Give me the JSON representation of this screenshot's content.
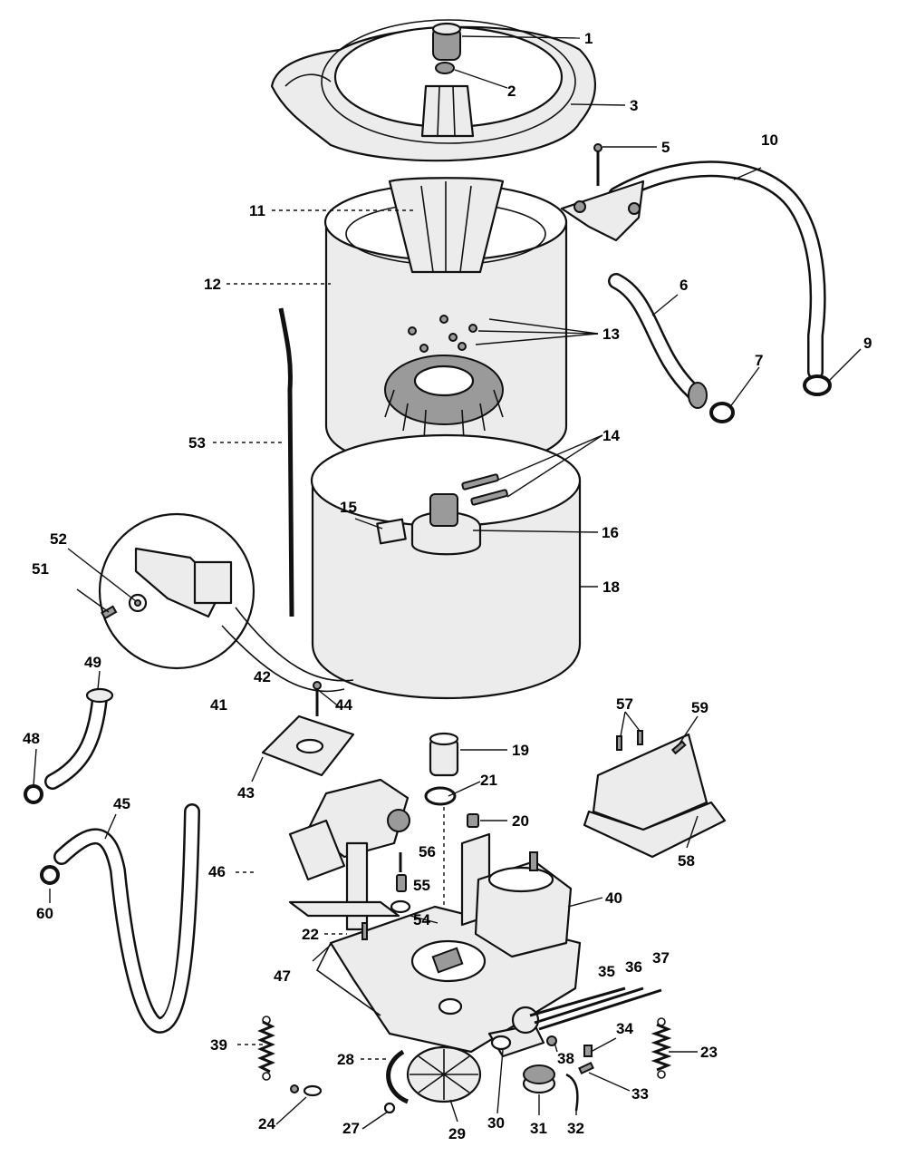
{
  "callouts": [
    {
      "id": "1",
      "label": "1"
    },
    {
      "id": "2",
      "label": "2"
    },
    {
      "id": "3",
      "label": "3"
    },
    {
      "id": "5",
      "label": "5"
    },
    {
      "id": "6",
      "label": "6"
    },
    {
      "id": "7",
      "label": "7"
    },
    {
      "id": "9",
      "label": "9"
    },
    {
      "id": "10",
      "label": "10"
    },
    {
      "id": "11",
      "label": "11"
    },
    {
      "id": "12",
      "label": "12"
    },
    {
      "id": "13",
      "label": "13"
    },
    {
      "id": "14",
      "label": "14"
    },
    {
      "id": "15",
      "label": "15"
    },
    {
      "id": "16",
      "label": "16"
    },
    {
      "id": "18",
      "label": "18"
    },
    {
      "id": "19",
      "label": "19"
    },
    {
      "id": "20",
      "label": "20"
    },
    {
      "id": "21",
      "label": "21"
    },
    {
      "id": "22",
      "label": "22"
    },
    {
      "id": "23",
      "label": "23"
    },
    {
      "id": "24",
      "label": "24"
    },
    {
      "id": "27",
      "label": "27"
    },
    {
      "id": "28",
      "label": "28"
    },
    {
      "id": "29",
      "label": "29"
    },
    {
      "id": "30",
      "label": "30"
    },
    {
      "id": "31",
      "label": "31"
    },
    {
      "id": "32",
      "label": "32"
    },
    {
      "id": "33",
      "label": "33"
    },
    {
      "id": "34",
      "label": "34"
    },
    {
      "id": "35",
      "label": "35"
    },
    {
      "id": "36",
      "label": "36"
    },
    {
      "id": "37",
      "label": "37"
    },
    {
      "id": "38",
      "label": "38"
    },
    {
      "id": "39",
      "label": "39"
    },
    {
      "id": "40",
      "label": "40"
    },
    {
      "id": "41",
      "label": "41"
    },
    {
      "id": "42",
      "label": "42"
    },
    {
      "id": "43",
      "label": "43"
    },
    {
      "id": "44",
      "label": "44"
    },
    {
      "id": "45",
      "label": "45"
    },
    {
      "id": "46",
      "label": "46"
    },
    {
      "id": "47",
      "label": "47"
    },
    {
      "id": "48",
      "label": "48"
    },
    {
      "id": "49",
      "label": "49"
    },
    {
      "id": "51",
      "label": "51"
    },
    {
      "id": "52",
      "label": "52"
    },
    {
      "id": "53",
      "label": "53"
    },
    {
      "id": "54",
      "label": "54"
    },
    {
      "id": "55",
      "label": "55"
    },
    {
      "id": "56",
      "label": "56"
    },
    {
      "id": "57",
      "label": "57"
    },
    {
      "id": "58",
      "label": "58"
    },
    {
      "id": "59",
      "label": "59"
    },
    {
      "id": "60",
      "label": "60"
    }
  ]
}
